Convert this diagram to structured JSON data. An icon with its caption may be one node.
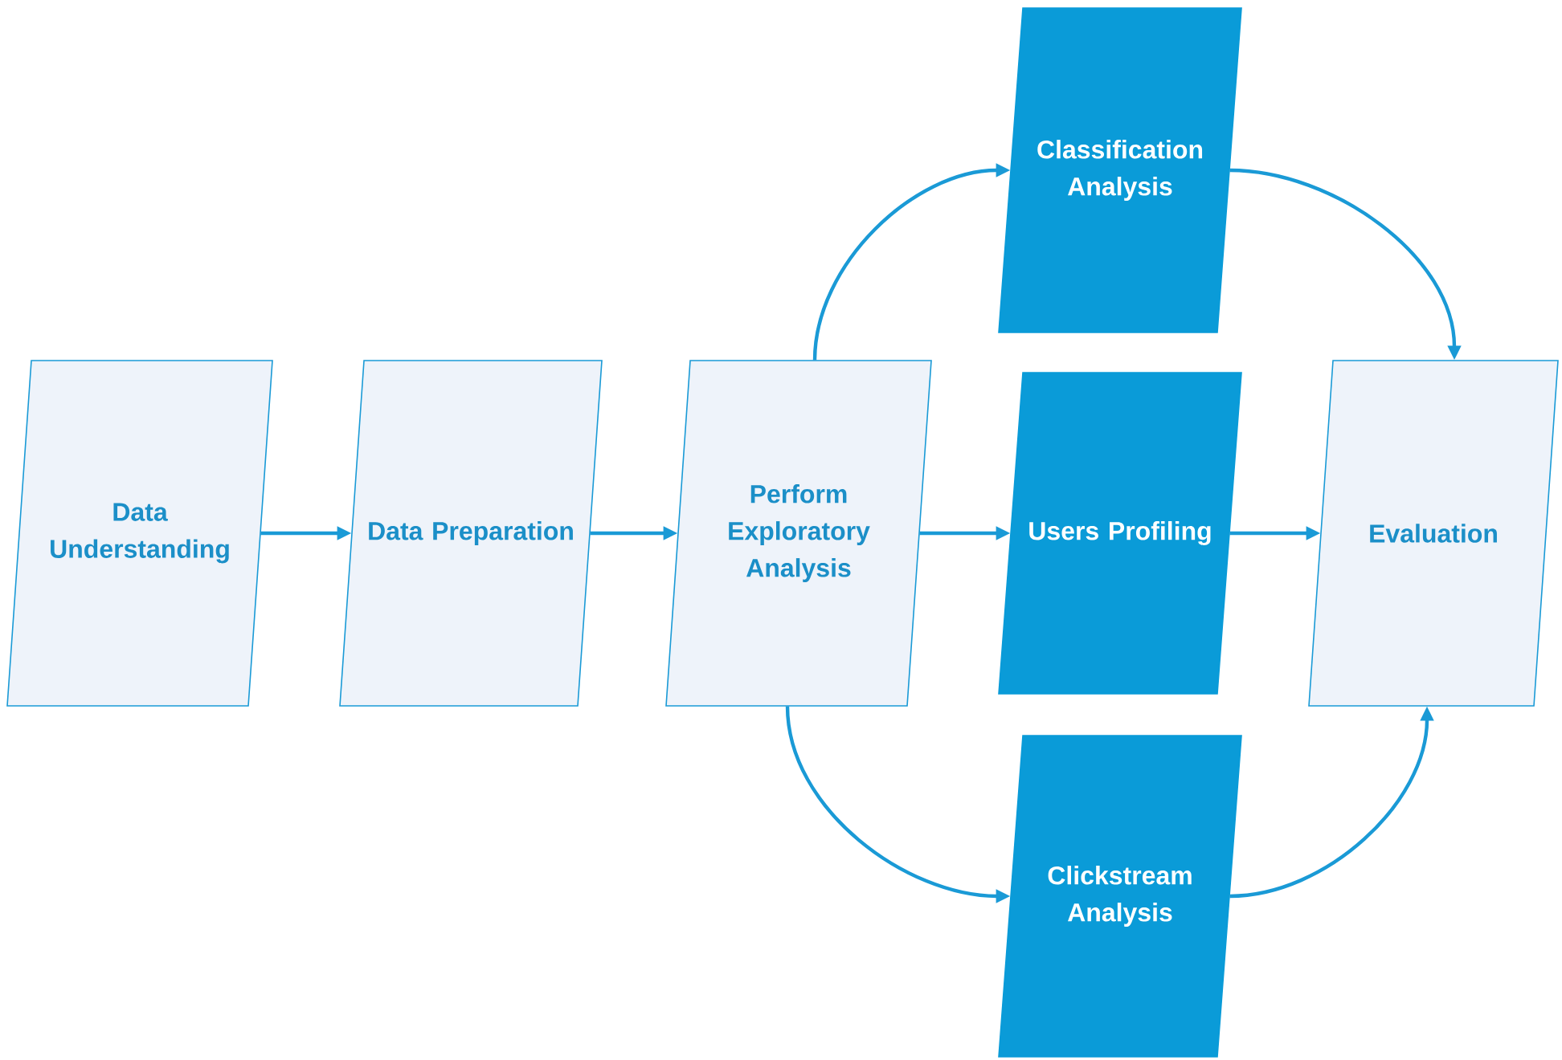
{
  "diagram": {
    "nodes": [
      {
        "text": [
          "Data Understanding"
        ]
      },
      {
        "text": [
          "Data Preparation"
        ]
      },
      {
        "text": [
          "Perform Exploratory Analysis"
        ]
      },
      {
        "text": [
          "Classification Analysis"
        ]
      },
      {
        "text": [
          "Users Profiling"
        ]
      },
      {
        "text": [
          "Clickstream Analysis"
        ]
      },
      {
        "text": [
          "Evaluation"
        ]
      }
    ],
    "edges": [
      {
        "from": 0,
        "to": 1,
        "arrow": "to"
      },
      {
        "from": 1,
        "to": 2,
        "arrow": "to"
      },
      {
        "from": 2,
        "to": 3,
        "arrow": "to"
      },
      {
        "from": 2,
        "to": 4,
        "arrow": "to"
      },
      {
        "from": 2,
        "to": 5,
        "arrow": "to"
      },
      {
        "from": 3,
        "to": 6,
        "arrow": "to"
      },
      {
        "from": 4,
        "to": 6,
        "arrow": "to"
      },
      {
        "from": 5,
        "to": 6,
        "arrow": "to"
      }
    ]
  }
}
